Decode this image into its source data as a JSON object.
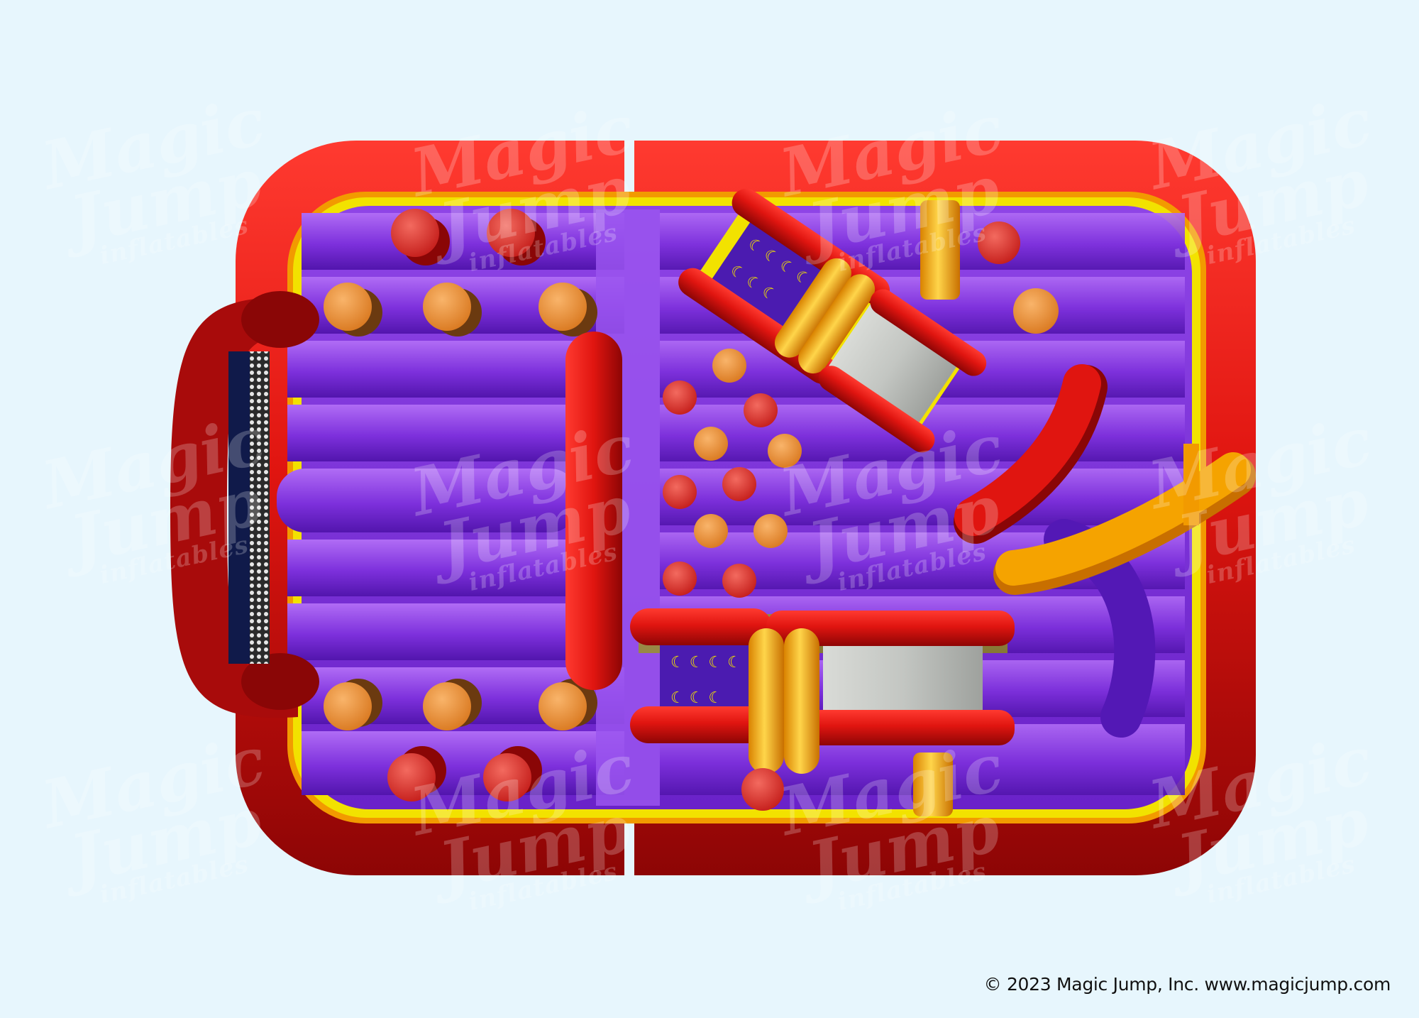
{
  "image": {
    "subject": "Top-down render of inflatable obstacle course",
    "background_color": "#e7f6fd",
    "colors": {
      "outer_wall_red": "#d8120f",
      "outer_wall_dark": "#8a0606",
      "floor_purple": "#7b2fd9",
      "floor_purple_light": "#a560f0",
      "trim_yellow": "#f2e200",
      "trim_orange": "#f29a00",
      "pop_up_orange": "#f0953a",
      "pop_up_red": "#e23a35",
      "slide_gray": "#c9ccc8",
      "gold_arch": "#f5a300",
      "netting_navy": "#101a4a"
    }
  },
  "watermark": {
    "line1": "Magic",
    "line2": "Jump",
    "line3": "inflatables",
    "tm": "™"
  },
  "footer": {
    "copyright": "© 2023 Magic Jump, Inc. www.magicjump.com"
  }
}
